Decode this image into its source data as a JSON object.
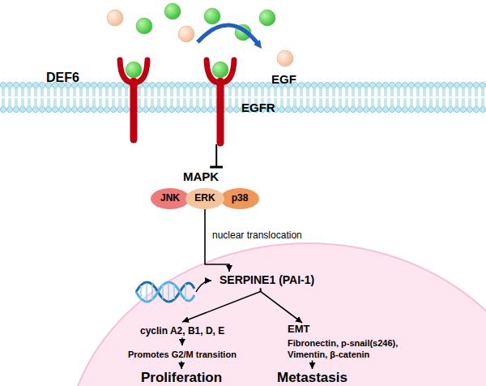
{
  "diagram": {
    "nodes": [
      {
        "text": [
          "EGFR"
        ]
      },
      {
        "text": [
          "MAPK"
        ]
      },
      {
        "text": [
          "JNK"
        ]
      },
      {
        "text": [
          "ERK"
        ]
      },
      {
        "text": [
          "p38"
        ]
      },
      {
        "text": [
          "SERPINE1 (PAI-1)"
        ]
      },
      {
        "text": [
          "cyclin A2, B1, D, E"
        ]
      },
      {
        "text": [
          "Promotes G2/M transition"
        ]
      },
      {
        "text": [
          "Proliferation"
        ]
      },
      {
        "text": [
          "EMT",
          "Fibronectin, p-snail(s246), Vimentin, β-catenin"
        ]
      },
      {
        "text": [
          "Metastasis"
        ]
      }
    ],
    "edges": [
      {
        "from": 0,
        "to": 1,
        "arrow": "to"
      },
      {
        "from": 3,
        "to": 5,
        "label": "nuclear translocation",
        "arrow": "to"
      },
      {
        "from": 5,
        "to": 6,
        "arrow": "to"
      },
      {
        "from": 5,
        "to": 9,
        "arrow": "to"
      },
      {
        "from": 6,
        "to": 7,
        "arrow": "to"
      },
      {
        "from": 7,
        "to": 8,
        "arrow": "to"
      },
      {
        "from": 9,
        "to": 10,
        "arrow": "to"
      }
    ],
    "labels": [
      "DEF6",
      "EGF"
    ]
  }
}
